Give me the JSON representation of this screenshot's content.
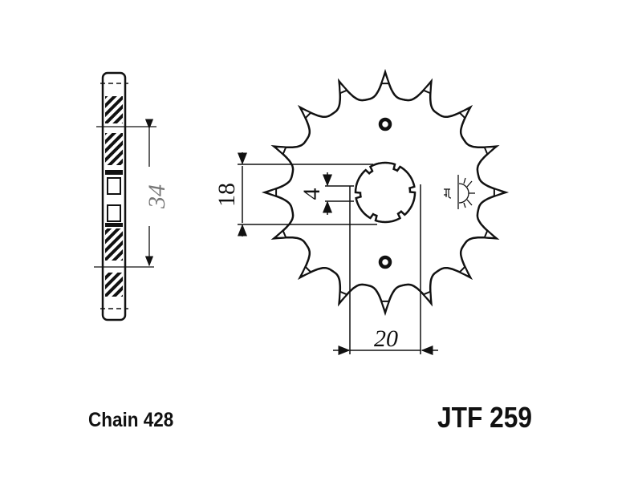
{
  "diagram": {
    "dimensions": {
      "bolt_circle": "34",
      "spline_height": "18",
      "key_width": "4",
      "spline_width": "20"
    },
    "chain_label": "Chain 428",
    "part_number": "JTF 259",
    "colors": {
      "line": "#111111",
      "dim_34": "#777777"
    }
  }
}
